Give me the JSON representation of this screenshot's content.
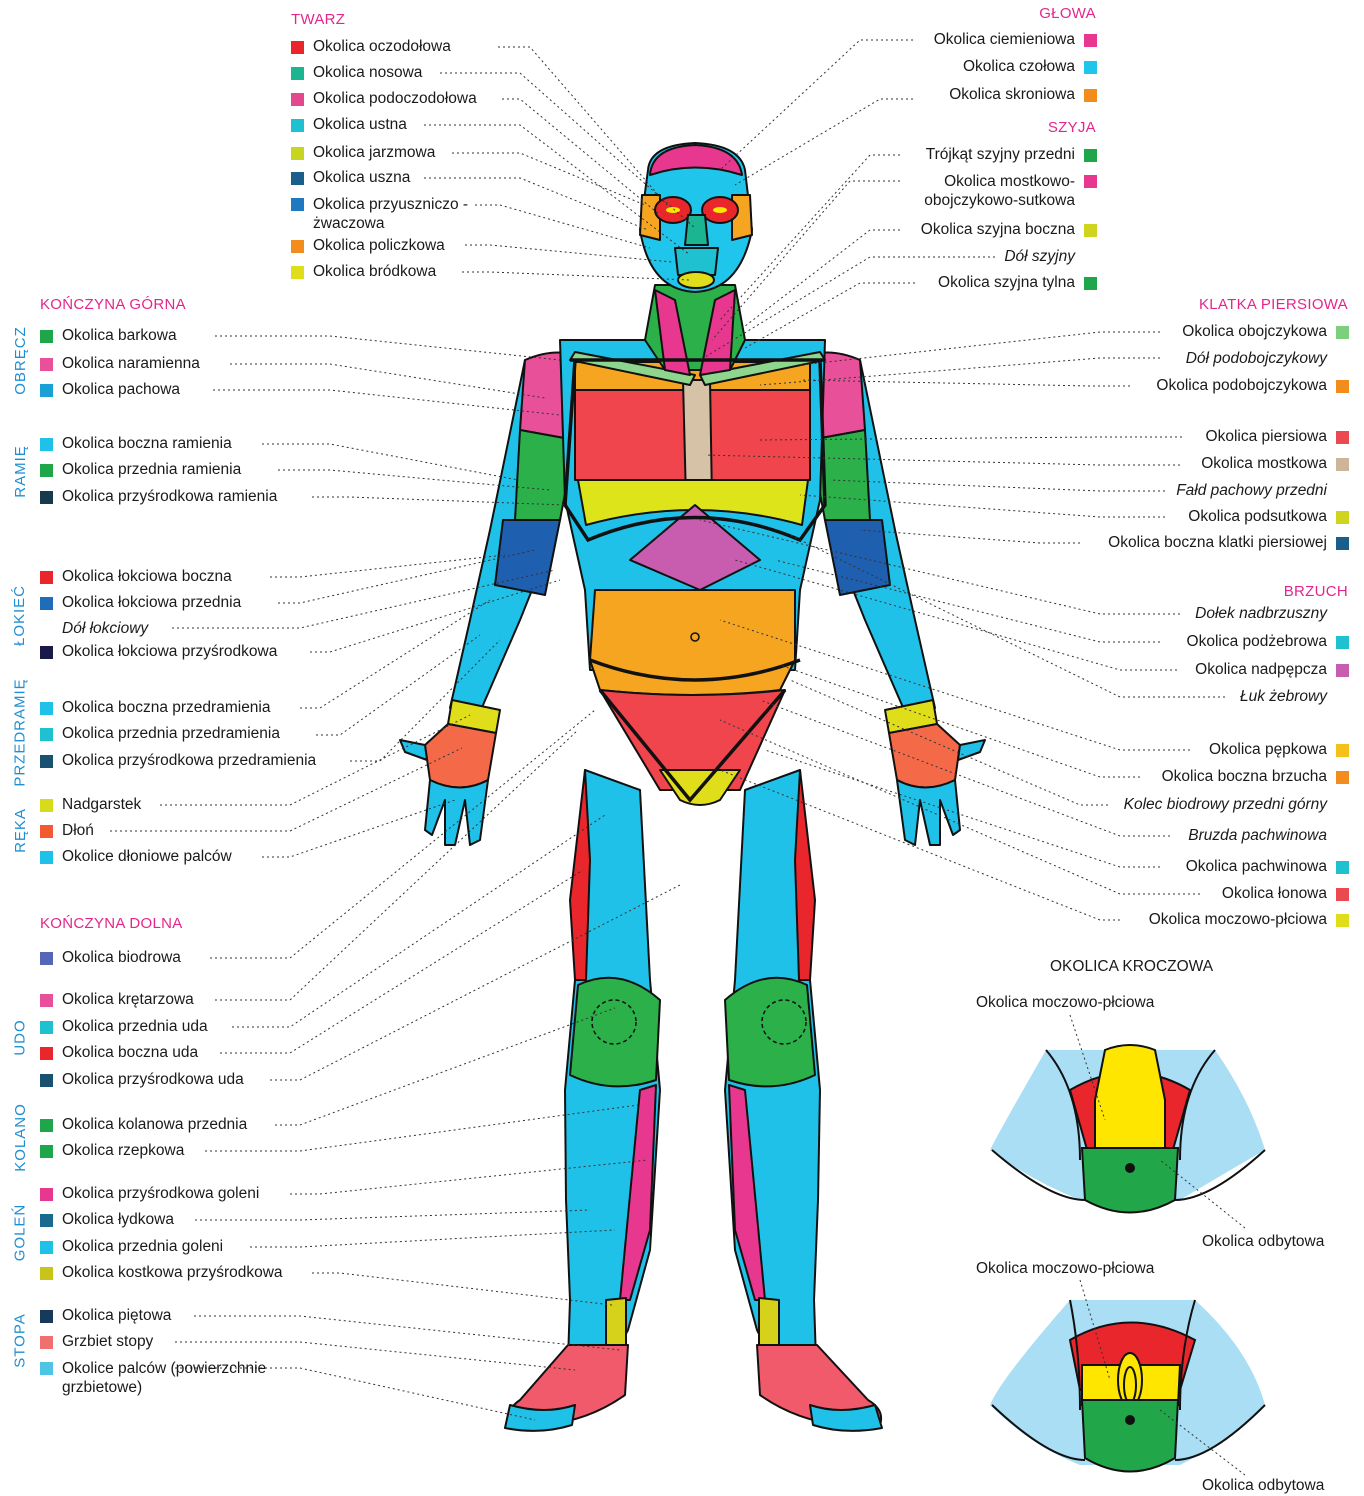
{
  "twarz": {
    "title": "TWARZ",
    "items": [
      {
        "label": "Okolica oczodołowa",
        "color": "#e8262c"
      },
      {
        "label": "Okolica nosowa",
        "color": "#1bb592"
      },
      {
        "label": "Okolica podoczodołowa",
        "color": "#e4478d"
      },
      {
        "label": "Okolica ustna",
        "color": "#1fc1d0"
      },
      {
        "label": "Okolica jarzmowa",
        "color": "#c8d51e"
      },
      {
        "label": "Okolica uszna",
        "color": "#1a5f8c"
      },
      {
        "label": "Okolica przyuszniczo - żwaczowa",
        "color": "#1f78c0"
      },
      {
        "label": "Okolica policzkowa",
        "color": "#f28c1c"
      },
      {
        "label": "Okolica bródkowa",
        "color": "#e0dd1a"
      }
    ]
  },
  "glowa": {
    "title": "GŁOWA",
    "items": [
      {
        "label": "Okolica ciemieniowa",
        "color": "#e8378e"
      },
      {
        "label": "Okolica czołowa",
        "color": "#1fc5ea"
      },
      {
        "label": "Okolica skroniowa",
        "color": "#f28c1c"
      }
    ]
  },
  "szyja": {
    "title": "SZYJA",
    "items": [
      {
        "label": "Trójkąt szyjny przedni",
        "color": "#1fa64a"
      },
      {
        "label": "Okolica mostkowo-obojczykowo-sutkowa",
        "color": "#e8378e"
      },
      {
        "label": "Okolica szyjna boczna",
        "color": "#cfd41f"
      },
      {
        "label": "Dół szyjny",
        "color": ""
      },
      {
        "label": "Okolica szyjna tylna",
        "color": "#1fa64a"
      }
    ]
  },
  "klatka": {
    "title": "KLATKA PIERSIOWA",
    "items": [
      {
        "label": "Okolica obojczykowa",
        "color": "#7ccf7c"
      },
      {
        "label": "Dół podobojczykowy",
        "color": ""
      },
      {
        "label": "Okolica podobojczykowa",
        "color": "#f28c1c"
      },
      {
        "label": "Okolica piersiowa",
        "color": "#ea4a4f"
      },
      {
        "label": "Okolica mostkowa",
        "color": "#cdb59a"
      },
      {
        "label": "Fałd pachowy przedni",
        "color": ""
      },
      {
        "label": "Okolica podsutkowa",
        "color": "#cfd41f"
      },
      {
        "label": "Okolica boczna klatki piersiowej",
        "color": "#1a5f8c"
      }
    ]
  },
  "brzuch": {
    "title": "BRZUCH",
    "items": [
      {
        "label": "Dołek nadbrzuszny",
        "color": ""
      },
      {
        "label": "Okolica podżebrowa",
        "color": "#1fc1d0"
      },
      {
        "label": "Okolica nadpępcza",
        "color": "#c85db0"
      },
      {
        "label": "Łuk żebrowy",
        "color": ""
      },
      {
        "label": "Okolica pępkowa",
        "color": "#f5c01a"
      },
      {
        "label": "Okolica boczna brzucha",
        "color": "#f28c1c"
      },
      {
        "label": "Kolec biodrowy przedni górny",
        "color": ""
      },
      {
        "label": "Bruzda pachwinowa",
        "color": ""
      },
      {
        "label": "Okolica pachwinowa",
        "color": "#1fc1d0"
      },
      {
        "label": "Okolica łonowa",
        "color": "#ea4a4f"
      },
      {
        "label": "Okolica moczowo-płciowa",
        "color": "#e0dd1a"
      }
    ]
  },
  "konczyna_gorna": {
    "title": "KOŃCZYNA GÓRNA",
    "groups": {
      "obrecz": "OBRĘCZ",
      "ramie": "RAMIĘ",
      "lokiec": "ŁOKIEĆ",
      "przedramie": "PRZEDRAMIĘ",
      "reka": "RĘKA"
    },
    "obrecz_items": [
      {
        "label": "Okolica barkowa",
        "color": "#1fa64a"
      },
      {
        "label": "Okolica naramienna",
        "color": "#e8509a"
      },
      {
        "label": "Okolica pachowa",
        "color": "#1ba0d6"
      }
    ],
    "ramie_items": [
      {
        "label": "Okolica boczna ramienia",
        "color": "#1fc1e8"
      },
      {
        "label": "Okolica przednia ramienia",
        "color": "#1fa64a"
      },
      {
        "label": "Okolica przyśrodkowa ramienia",
        "color": "#173a4c"
      }
    ],
    "lokiec_items": [
      {
        "label": "Okolica łokciowa boczna",
        "color": "#e8262c"
      },
      {
        "label": "Okolica łokciowa przednia",
        "color": "#1f6db8"
      },
      {
        "label": "Dół łokciowy",
        "color": ""
      },
      {
        "label": "Okolica łokciowa przyśrodkowa",
        "color": "#1a1a4a"
      }
    ],
    "przedramie_items": [
      {
        "label": "Okolica boczna przedramienia",
        "color": "#1fc1e8"
      },
      {
        "label": "Okolica przednia przedramienia",
        "color": "#1fc1d0"
      },
      {
        "label": "Okolica przyśrodkowa przedramienia",
        "color": "#1a5070"
      }
    ],
    "reka_items": [
      {
        "label": "Nadgarstek",
        "color": "#d6dc1c"
      },
      {
        "label": "Dłoń",
        "color": "#f45a32"
      },
      {
        "label": "Okolice dłoniowe palców",
        "color": "#1fc1e8"
      }
    ]
  },
  "konczyna_dolna": {
    "title": "KOŃCZYNA DOLNA",
    "groups": {
      "udo": "UDO",
      "kolano": "KOLANO",
      "golen": "GOLEŃ",
      "stopa": "STOPA"
    },
    "biodro_items": [
      {
        "label": "Okolica biodrowa",
        "color": "#5566b8"
      }
    ],
    "udo_items": [
      {
        "label": "Okolica krętarzowa",
        "color": "#e8509a"
      },
      {
        "label": "Okolica przednia uda",
        "color": "#1fc1d0"
      },
      {
        "label": "Okolica boczna uda",
        "color": "#e8262c"
      },
      {
        "label": "Okolica przyśrodkowa uda",
        "color": "#1a5070"
      }
    ],
    "kolano_items": [
      {
        "label": "Okolica kolanowa przednia",
        "color": "#1fa64a"
      },
      {
        "label": "Okolica rzepkowa",
        "color": "#1fa64a"
      }
    ],
    "golen_items": [
      {
        "label": "Okolica przyśrodkowa goleni",
        "color": "#e8378e"
      },
      {
        "label": "Okolica łydkowa",
        "color": "#1a6a90"
      },
      {
        "label": "Okolica przednia goleni",
        "color": "#1fc1e8"
      },
      {
        "label": "Okolica kostkowa przyśrodkowa",
        "color": "#c8c41a"
      }
    ],
    "stopa_items": [
      {
        "label": "Okolica piętowa",
        "color": "#173a5c"
      },
      {
        "label": "Grzbiet stopy",
        "color": "#f07070"
      },
      {
        "label": "Okolice palców (powierzchnie grzbietowe)",
        "color": "#4fc5e6"
      }
    ]
  },
  "krocze": {
    "title": "OKOLICA KROCZOWA",
    "label_urogenital_1": "Okolica moczowo-płciowa",
    "label_anal_1": "Okolica odbytowa",
    "label_urogenital_2": "Okolica moczowo-płciowa",
    "label_anal_2": "Okolica odbytowa"
  }
}
